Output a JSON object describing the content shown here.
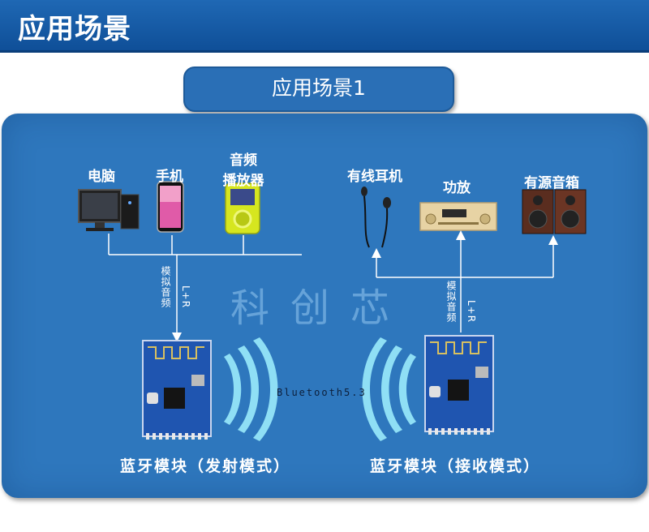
{
  "header": {
    "title": "应用场景"
  },
  "scene": {
    "title": "应用场景1"
  },
  "left_devices": {
    "computer": "电脑",
    "phone": "手机",
    "player_line1": "音频",
    "player_line2": "播放器"
  },
  "right_devices": {
    "earphone": "有线耳机",
    "amplifier": "功放",
    "speaker": "有源音箱"
  },
  "signal": {
    "analog_left": "模拟音频",
    "lr_left": "L+R",
    "analog_right": "模拟音频",
    "lr_right": "L+R"
  },
  "watermark": "科创芯",
  "link_label": "Bluetooth5.3",
  "modules": {
    "tx_caption": "蓝牙模块（发射模式）",
    "rx_caption": "蓝牙模块（接收模式）"
  },
  "colors": {
    "header": "#1f68b4",
    "panel": "#2e77bd",
    "wave": "#8fdff5",
    "module": "#1f55b0"
  }
}
